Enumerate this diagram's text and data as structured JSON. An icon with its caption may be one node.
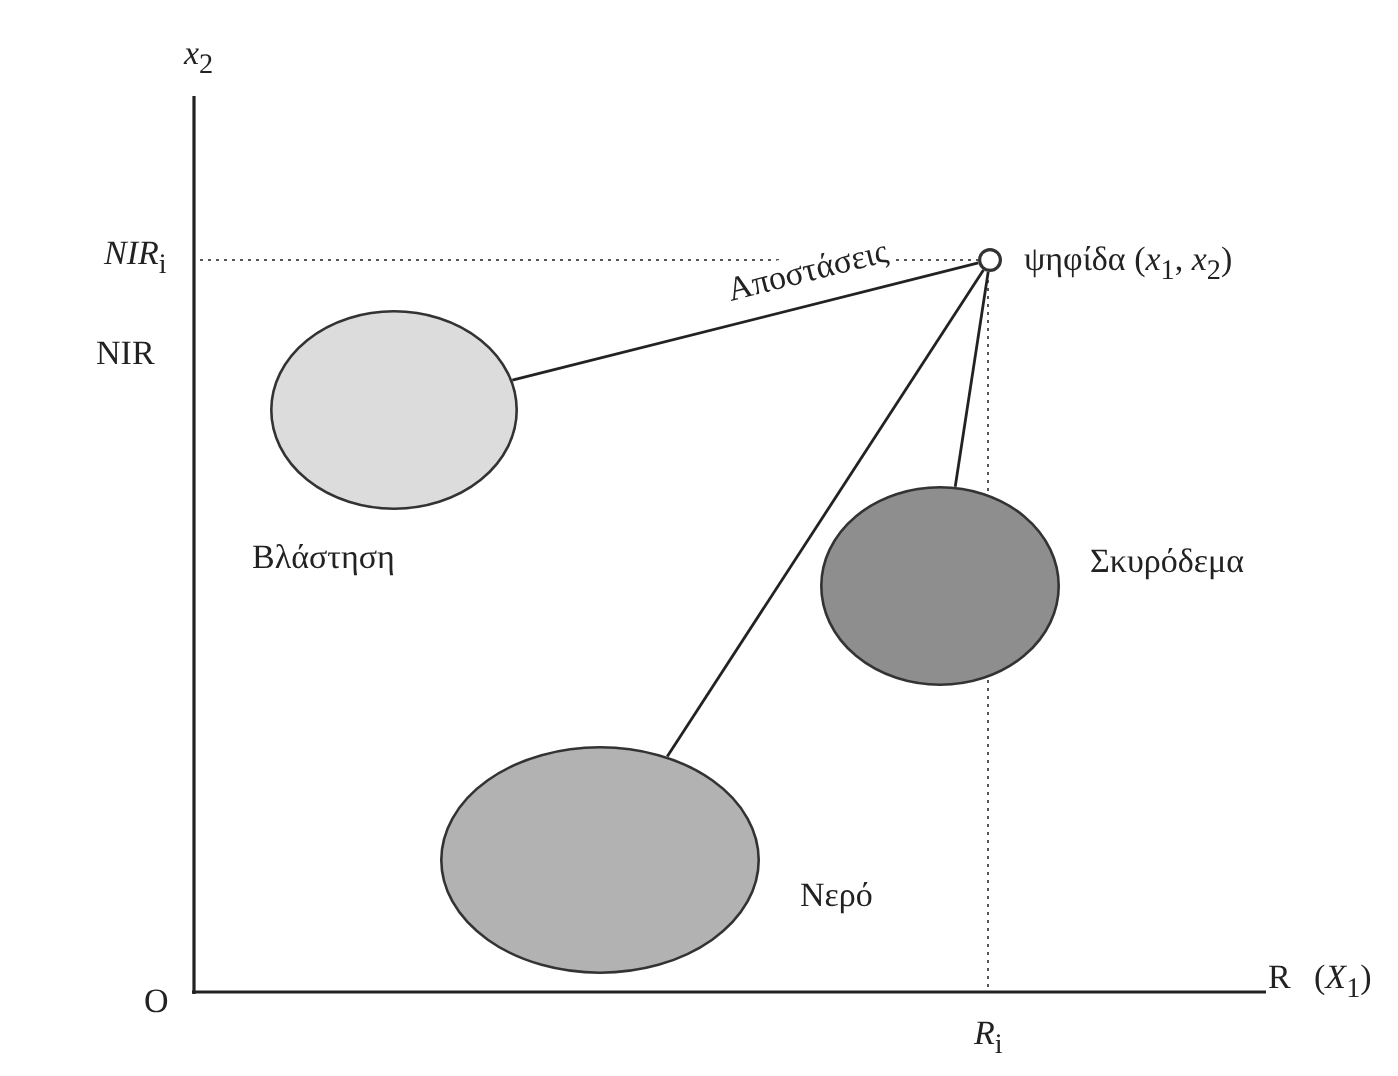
{
  "diagram": {
    "nodes": [
      {
        "text": [],
        "shape": "circle",
        "beside": [
          "ψηφίδα (*x*$_{1}$, *x*$_{2}$)"
        ]
      },
      {
        "text": [],
        "shape": "ellipse",
        "beside": [
          "Βλάστηση"
        ]
      },
      {
        "text": [],
        "shape": "ellipse",
        "beside": [
          "Σκυρόδεμα"
        ]
      },
      {
        "text": [],
        "shape": "ellipse",
        "beside": [
          "Νερό"
        ]
      }
    ],
    "edges": [
      {
        "from": 0,
        "to": 1,
        "arrow": "none",
        "label": "Αποστάσεις"
      },
      {
        "from": 0,
        "to": 2,
        "arrow": "none"
      },
      {
        "from": 0,
        "to": 3,
        "arrow": "none"
      }
    ],
    "labels": [
      "*x*$_{2}$",
      "*NIR*$_{i}$",
      "NIR",
      "O",
      "R",
      "(*X*$_{1}$)",
      "*R*$_{i}$"
    ]
  }
}
